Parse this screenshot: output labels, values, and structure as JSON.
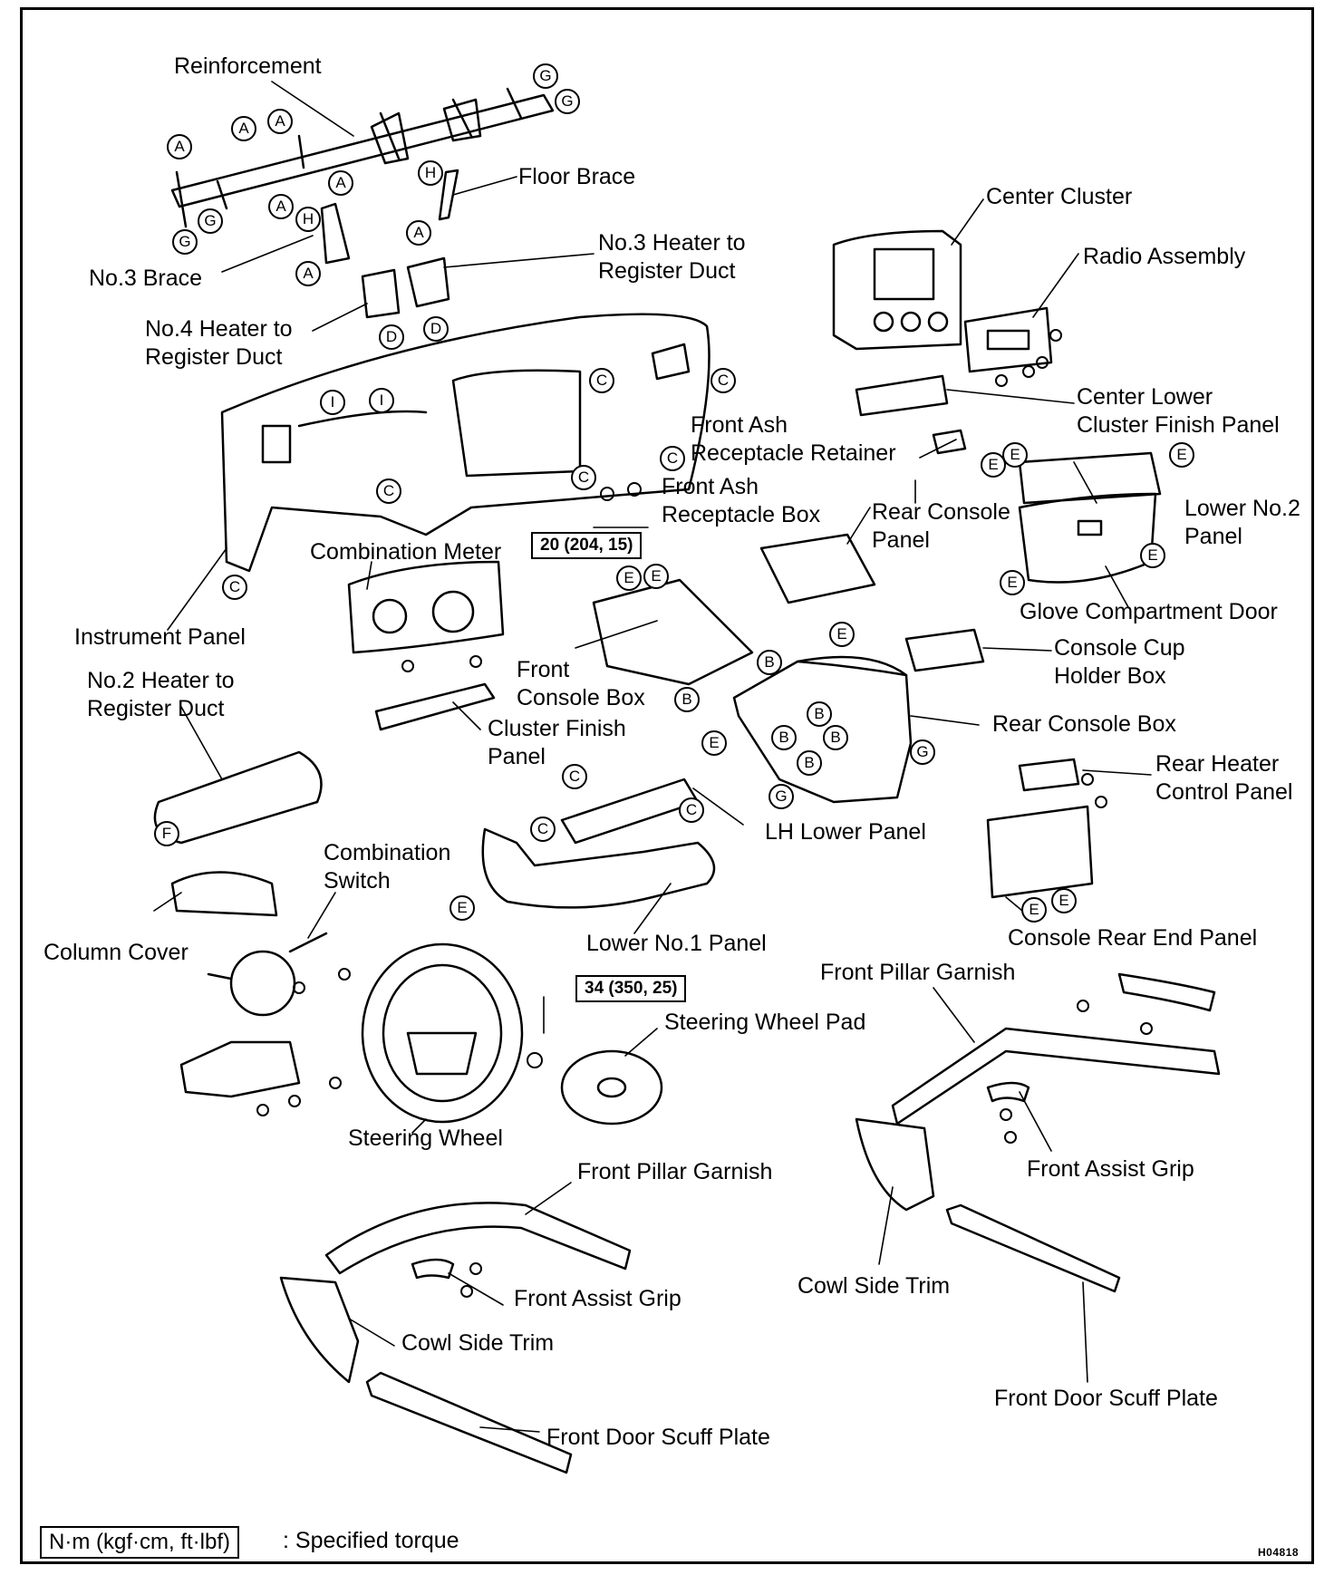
{
  "labels": {
    "reinforcement": "Reinforcement",
    "floor_brace": "Floor Brace",
    "no3_brace": "No.3 Brace",
    "no3_heater_duct": "No.3 Heater to\nRegister Duct",
    "no4_heater_duct": "No.4 Heater to\nRegister Duct",
    "center_cluster": "Center Cluster",
    "radio_assembly": "Radio Assembly",
    "center_lower_cluster": "Center Lower\nCluster Finish Panel",
    "front_ash_retainer": "Front Ash\nReceptacle Retainer",
    "front_ash_box": "Front Ash\nReceptacle Box",
    "rear_console_panel": "Rear Console\nPanel",
    "lower_no2_panel": "Lower No.2\nPanel",
    "glove_compartment": "Glove Compartment Door",
    "instrument_panel": "Instrument Panel",
    "combination_meter": "Combination Meter",
    "console_cup_holder": "Console Cup\nHolder Box",
    "no2_heater_duct": "No.2 Heater to\nRegister Duct",
    "front_console_box": "Front\nConsole Box",
    "rear_console_box": "Rear Console Box",
    "cluster_finish_panel": "Cluster Finish\nPanel",
    "rear_heater_control": "Rear Heater\nControl Panel",
    "lh_lower_panel": "LH Lower Panel",
    "combination_switch": "Combination\nSwitch",
    "column_cover": "Column Cover",
    "lower_no1_panel": "Lower No.1 Panel",
    "console_rear_end": "Console Rear End Panel",
    "front_pillar_garnish_right": "Front Pillar Garnish",
    "steering_wheel_pad": "Steering Wheel Pad",
    "steering_wheel": "Steering Wheel",
    "front_assist_grip_right": "Front Assist Grip",
    "front_pillar_garnish_left": "Front Pillar Garnish",
    "front_assist_grip_left": "Front Assist Grip",
    "cowl_side_trim_right": "Cowl Side Trim",
    "cowl_side_trim_left": "Cowl Side Trim",
    "front_door_scuff_right": "Front Door Scuff Plate",
    "front_door_scuff_left": "Front Door Scuff Plate"
  },
  "torques": {
    "combination_meter_area": "20 (204, 15)",
    "steering_wheel_nut": "34 (350, 25)"
  },
  "legend": {
    "unit_box": "N·m (kgf·cm, ft·lbf)",
    "text": ": Specified torque"
  },
  "code": "H04818",
  "clip_letters": {
    "a": "A",
    "b": "B",
    "c": "C",
    "d": "D",
    "e": "E",
    "f": "F",
    "g": "G",
    "h": "H",
    "i": "I"
  }
}
